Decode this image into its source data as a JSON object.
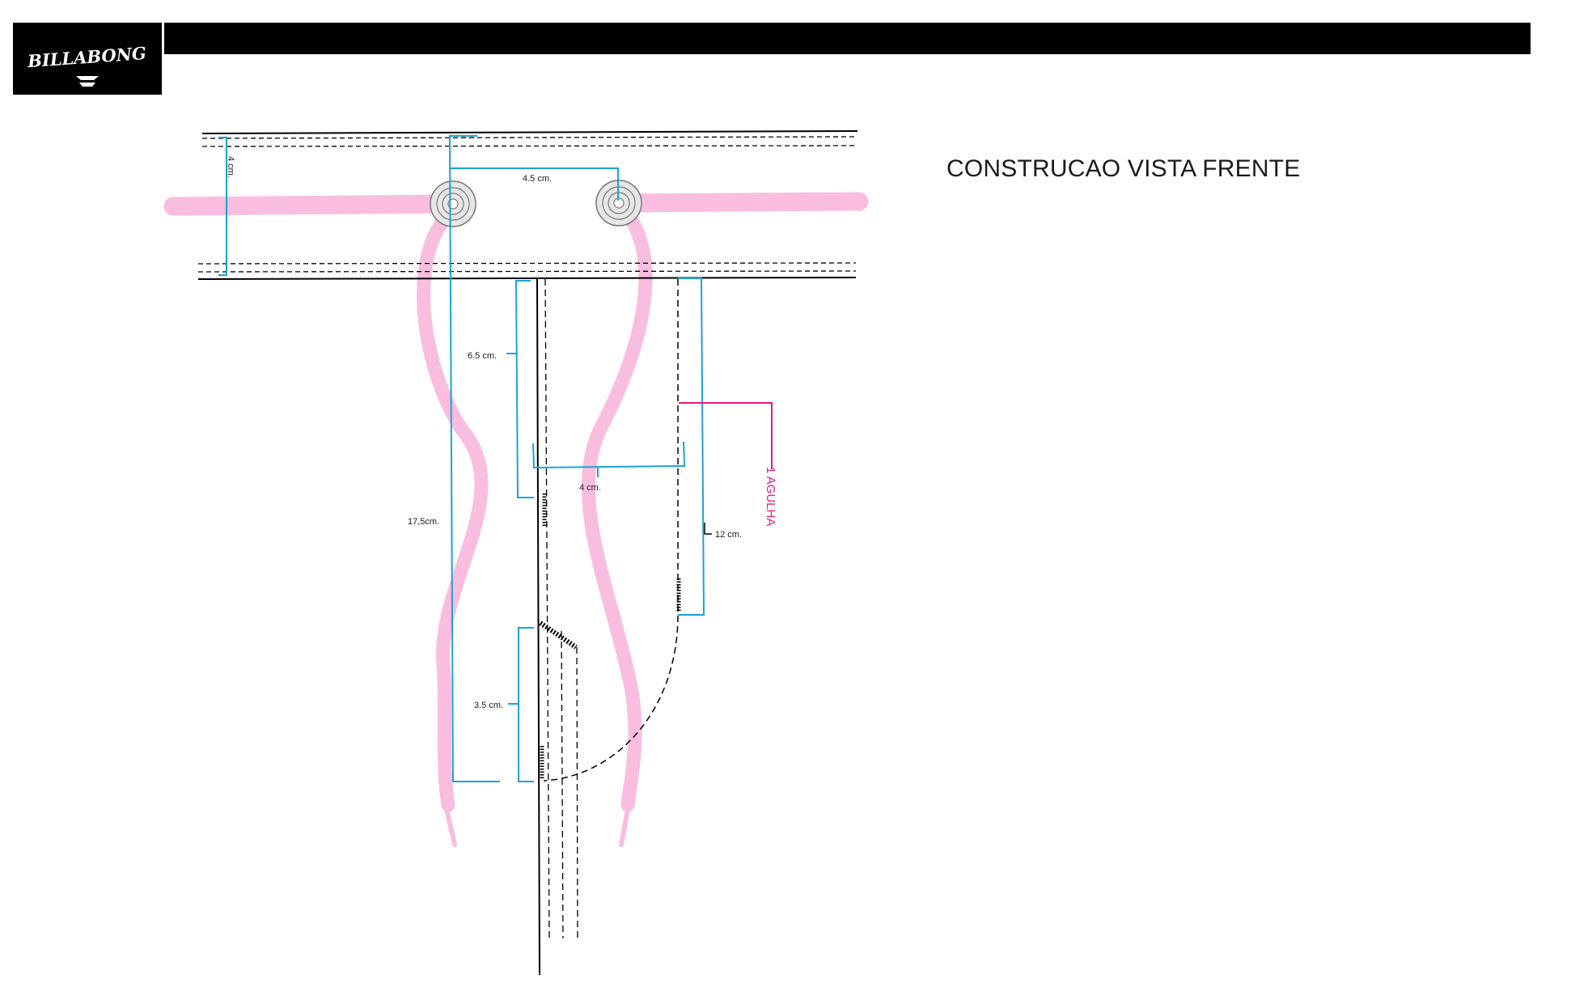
{
  "brand": {
    "logo_text": "BILLABONG"
  },
  "title": "CONSTRUCAO VISTA FRENTE",
  "colors": {
    "header_black": "#000000",
    "drawcord_pink": "#f9bde0",
    "dimension_blue": "#1aa3d9",
    "needle_magenta": "#e5197f"
  },
  "dimensions": {
    "waistband_height": "4 cm.",
    "eyelet_spacing": "4.5 cm.",
    "fly_top": "6.5 cm.",
    "fly_width": "4 cm.",
    "drawcord_length": "17,5cm.",
    "fly_length": "12 cm.",
    "fly_bottom": "3.5 cm."
  },
  "callouts": {
    "needle": "1 AGULHA"
  }
}
